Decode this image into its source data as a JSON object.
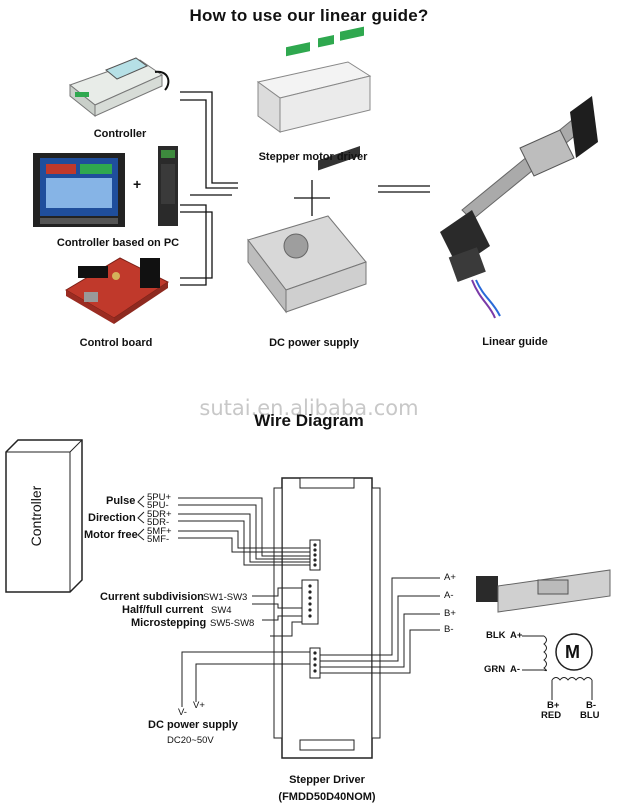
{
  "top_title": "How to use our linear guide?",
  "items": {
    "controller": "Controller",
    "controller_pc": "Controller based on PC",
    "plus_sign": "+",
    "control_board": "Control board",
    "stepper_motor_driver": "Stepper motor driver",
    "dc_power_supply": "DC power supply",
    "linear_guide": "Linear guide"
  },
  "watermark": "sutai.en.alibaba.com",
  "wire_title": "Wire Diagram",
  "wire": {
    "controller_box": "Controller",
    "pulse": "Pulse",
    "direction": "Direction",
    "motor_free": "Motor free",
    "pins": [
      "5PU+",
      "5PU-",
      "5DR+",
      "5DR-",
      "5MF+",
      "5MF-"
    ],
    "current_subdivision": "Current subdivision",
    "sw1": "SW1-SW3",
    "half_full": "Half/full current",
    "sw4": "SW4",
    "microstepping": "Microstepping",
    "sw5": "SW5-SW8",
    "v_minus": "V-",
    "v_plus": "V+",
    "dc_power_supply": "DC power supply",
    "voltage": "DC20~50V",
    "driver_label": "Stepper Driver",
    "driver_model": "(FMDD50D40NOM)",
    "outputs": [
      "A+",
      "A-",
      "B+",
      "B-"
    ],
    "motor": {
      "blk": "BLK",
      "a_plus": "A+",
      "grn": "GRN",
      "a_minus": "A-",
      "m": "M",
      "b_plus": "B+",
      "b_minus": "B-",
      "red": "RED",
      "blu": "BLU"
    }
  },
  "colors": {
    "pcb_red": "#c0392b",
    "screen_blue": "#1f4e9c",
    "terminal_green": "#2fa84f"
  }
}
